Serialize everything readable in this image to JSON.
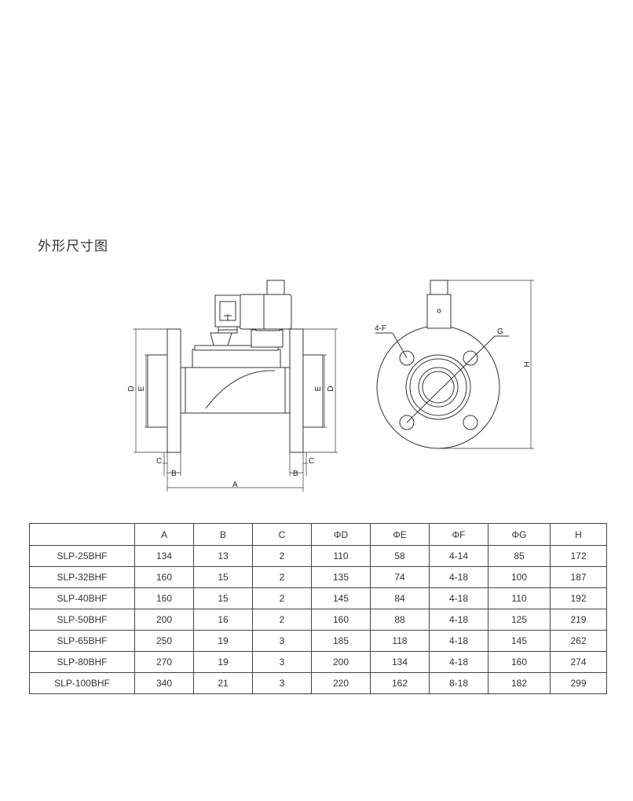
{
  "section_title": "外形尺寸图",
  "drawing": {
    "front_view_labels": {
      "d_left": "D",
      "e_left": "E",
      "e_right": "E",
      "d_right": "D",
      "c_left": "C",
      "b_left": "B",
      "c_right": "C",
      "b_right": "B",
      "a": "A"
    },
    "side_view_labels": {
      "f": "4-F",
      "g": "G",
      "h": "H"
    }
  },
  "table": {
    "headers": [
      "",
      "A",
      "B",
      "C",
      "ΦD",
      "ΦE",
      "ΦF",
      "ΦG",
      "H"
    ],
    "rows": [
      [
        "SLP-25BHF",
        "134",
        "13",
        "2",
        "110",
        "58",
        "4-14",
        "85",
        "172"
      ],
      [
        "SLP-32BHF",
        "160",
        "15",
        "2",
        "135",
        "74",
        "4-18",
        "100",
        "187"
      ],
      [
        "SLP-40BHF",
        "160",
        "15",
        "2",
        "145",
        "84",
        "4-18",
        "110",
        "192"
      ],
      [
        "SLP-50BHF",
        "200",
        "16",
        "2",
        "160",
        "88",
        "4-18",
        "125",
        "219"
      ],
      [
        "SLP-65BHF",
        "250",
        "19",
        "3",
        "185",
        "118",
        "4-18",
        "145",
        "262"
      ],
      [
        "SLP-80BHF",
        "270",
        "19",
        "3",
        "200",
        "134",
        "4-18",
        "160",
        "274"
      ],
      [
        "SLP-100BHF",
        "340",
        "21",
        "3",
        "220",
        "162",
        "8-18",
        "182",
        "299"
      ]
    ]
  }
}
